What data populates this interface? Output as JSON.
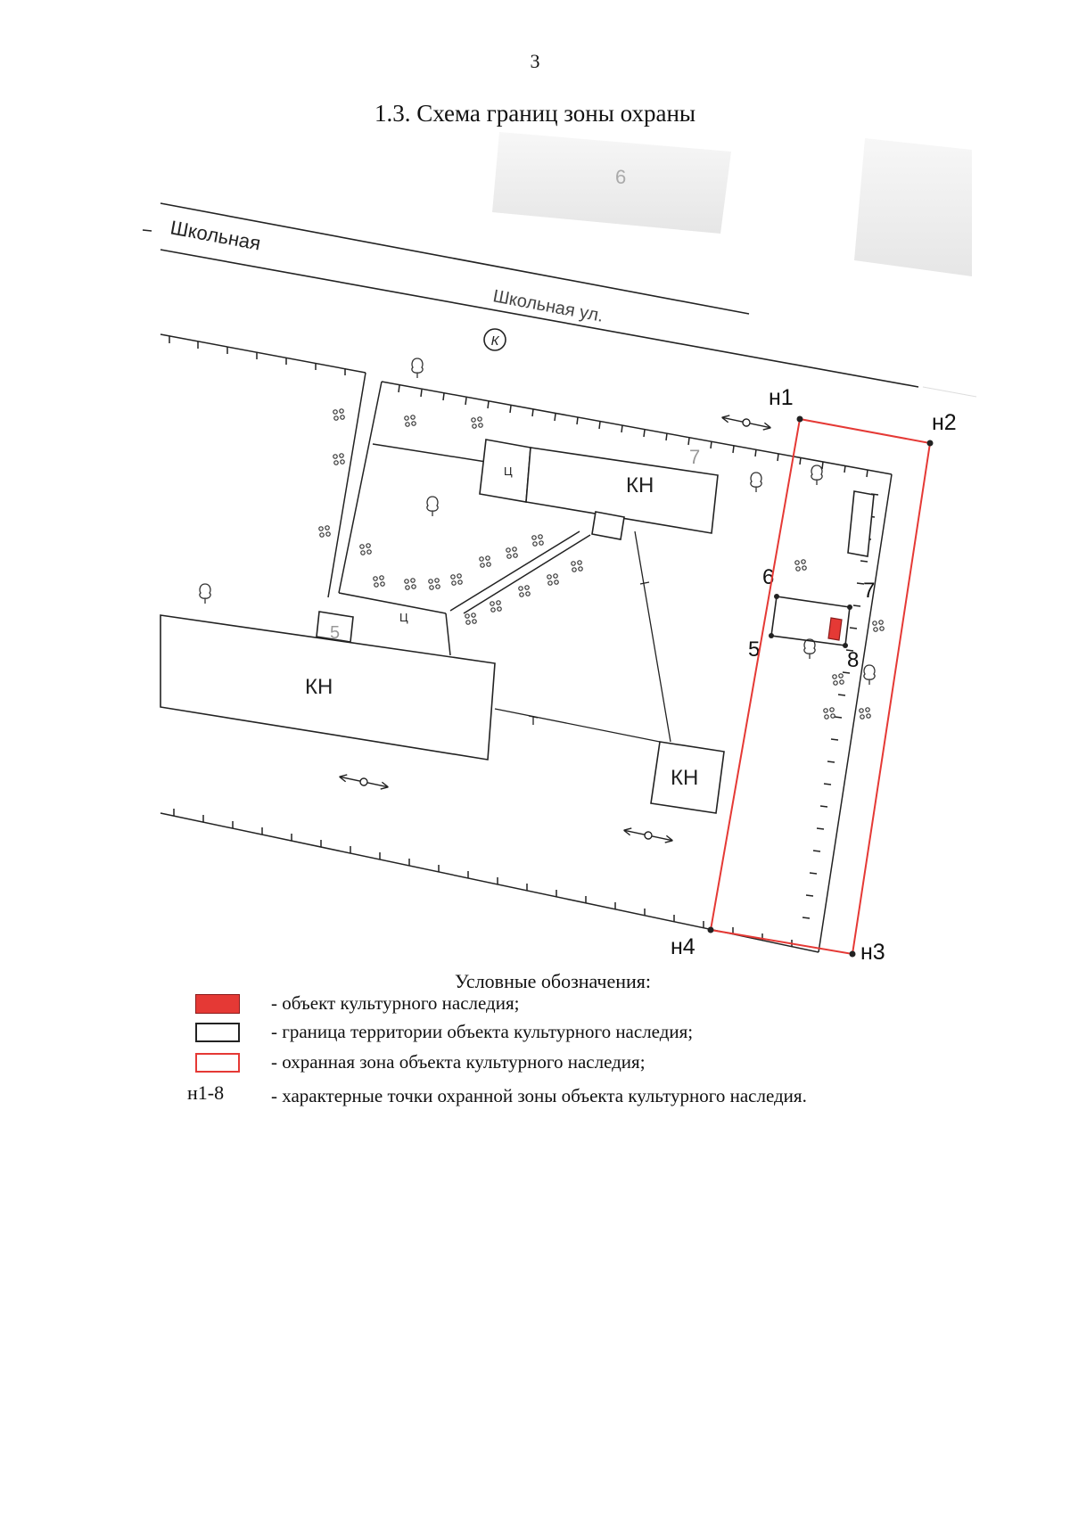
{
  "page": {
    "number": "3",
    "title": "1.3. Схема границ зоны охраны"
  },
  "map": {
    "streets": {
      "upper_left": "Школьная",
      "middle": "Школьная ул."
    },
    "k_marker": "К",
    "building_numbers": {
      "b5": "5",
      "b6": "6",
      "b7": "7"
    },
    "kn_labels": [
      "КН",
      "КН",
      "КН"
    ],
    "ts_labels": [
      "Ц",
      "Ц"
    ],
    "zone_points": {
      "n1": "н1",
      "n2": "н2",
      "n3": "н3",
      "n4": "н4"
    },
    "object_points": {
      "p5": "5",
      "p6": "6",
      "p7": "7",
      "p8": "8"
    },
    "colors": {
      "zone_border": "#e53935",
      "object_fill": "#e53935",
      "lines": "#222222",
      "ghost_building": "#eeeeee"
    }
  },
  "legend": {
    "title": "Условные обозначения:",
    "items": [
      {
        "swatch": "red-fill",
        "text": "- объект культурного наследия;"
      },
      {
        "swatch": "black-outline",
        "text": "- граница территории объекта культурного наследия;"
      },
      {
        "swatch": "red-outline",
        "text": "- охранная зона объекта культурного наследия;"
      },
      {
        "swatch": "code",
        "code": "н1-8",
        "text": "- характерные точки охранной зоны объекта культурного наследия."
      }
    ]
  }
}
